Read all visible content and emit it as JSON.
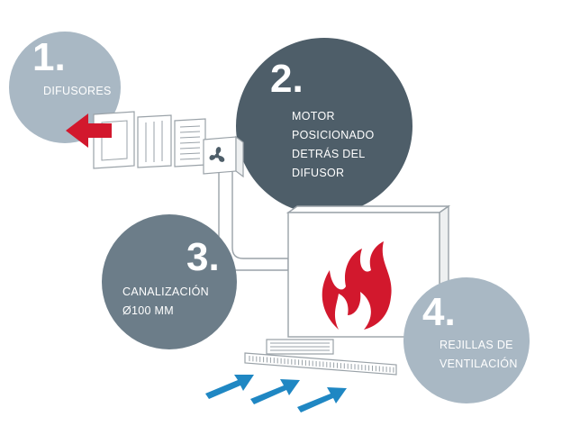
{
  "colors": {
    "circle_light": "#a9b8c4",
    "circle_dark": "#4e5e69",
    "circle_mid": "#6c7d89",
    "flame": "#d2182d",
    "arrow_red": "#d2182d",
    "arrow_blue": "#1f87c3",
    "line": "#9aa2a8"
  },
  "callouts": [
    {
      "number": "1.",
      "label_lines": [
        "DIFUSORES"
      ],
      "icon": "diffuser-circle"
    },
    {
      "number": "2.",
      "label_lines": [
        "MOTOR",
        "POSICIONADO",
        "DETRÁS DEL",
        "DIFUSOR"
      ],
      "icon": "motor-circle"
    },
    {
      "number": "3.",
      "label_lines": [
        "CANALIZACIÓN",
        "Ø100 MM"
      ],
      "icon": "duct-circle"
    },
    {
      "number": "4.",
      "label_lines": [
        "REJILLAS DE",
        "VENTILACIÓN"
      ],
      "icon": "vent-circle"
    }
  ],
  "icons": [
    "flame-icon",
    "fan-icon",
    "red-arrow-icon",
    "blue-arrow-icon"
  ]
}
